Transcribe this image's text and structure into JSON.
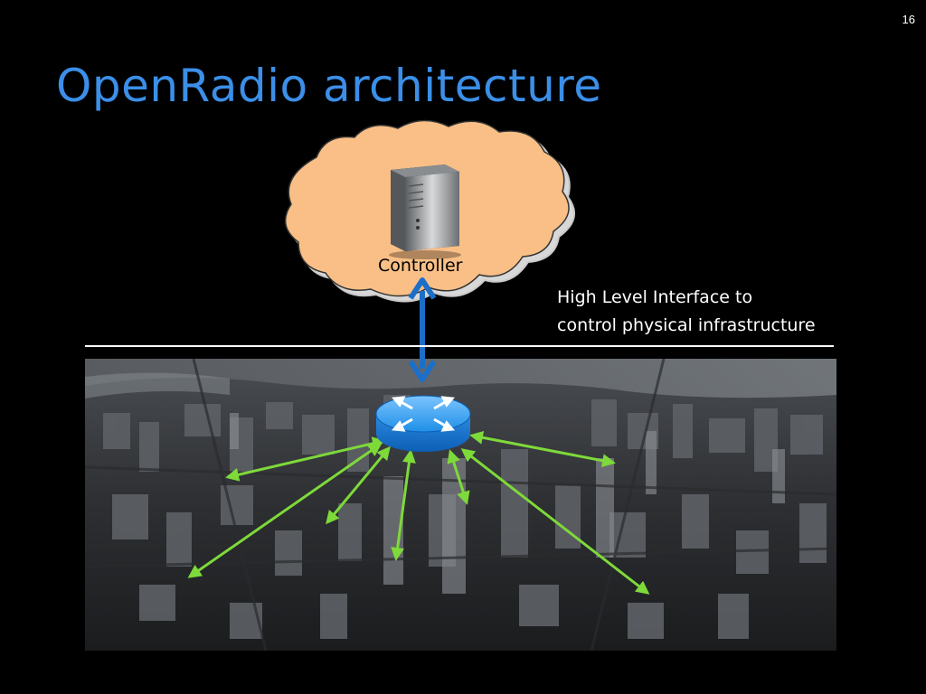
{
  "slide": {
    "number": "16",
    "title": "OpenRadio architecture"
  },
  "controller": {
    "label": "Controller"
  },
  "interface": {
    "line1": "High Level Interface to",
    "line2": "control physical infrastructure"
  },
  "colors": {
    "title": "#3b8fe8",
    "cloud_fill": "#f9bf86",
    "link_green": "#7ed93a",
    "controller_arrow": "#1b6fc8",
    "router_blue": "#1e8fe6",
    "box_orange": "#f0a43a"
  },
  "icons": {
    "server": "server-icon",
    "router": "router-icon",
    "access_point": "access-point-icon"
  }
}
